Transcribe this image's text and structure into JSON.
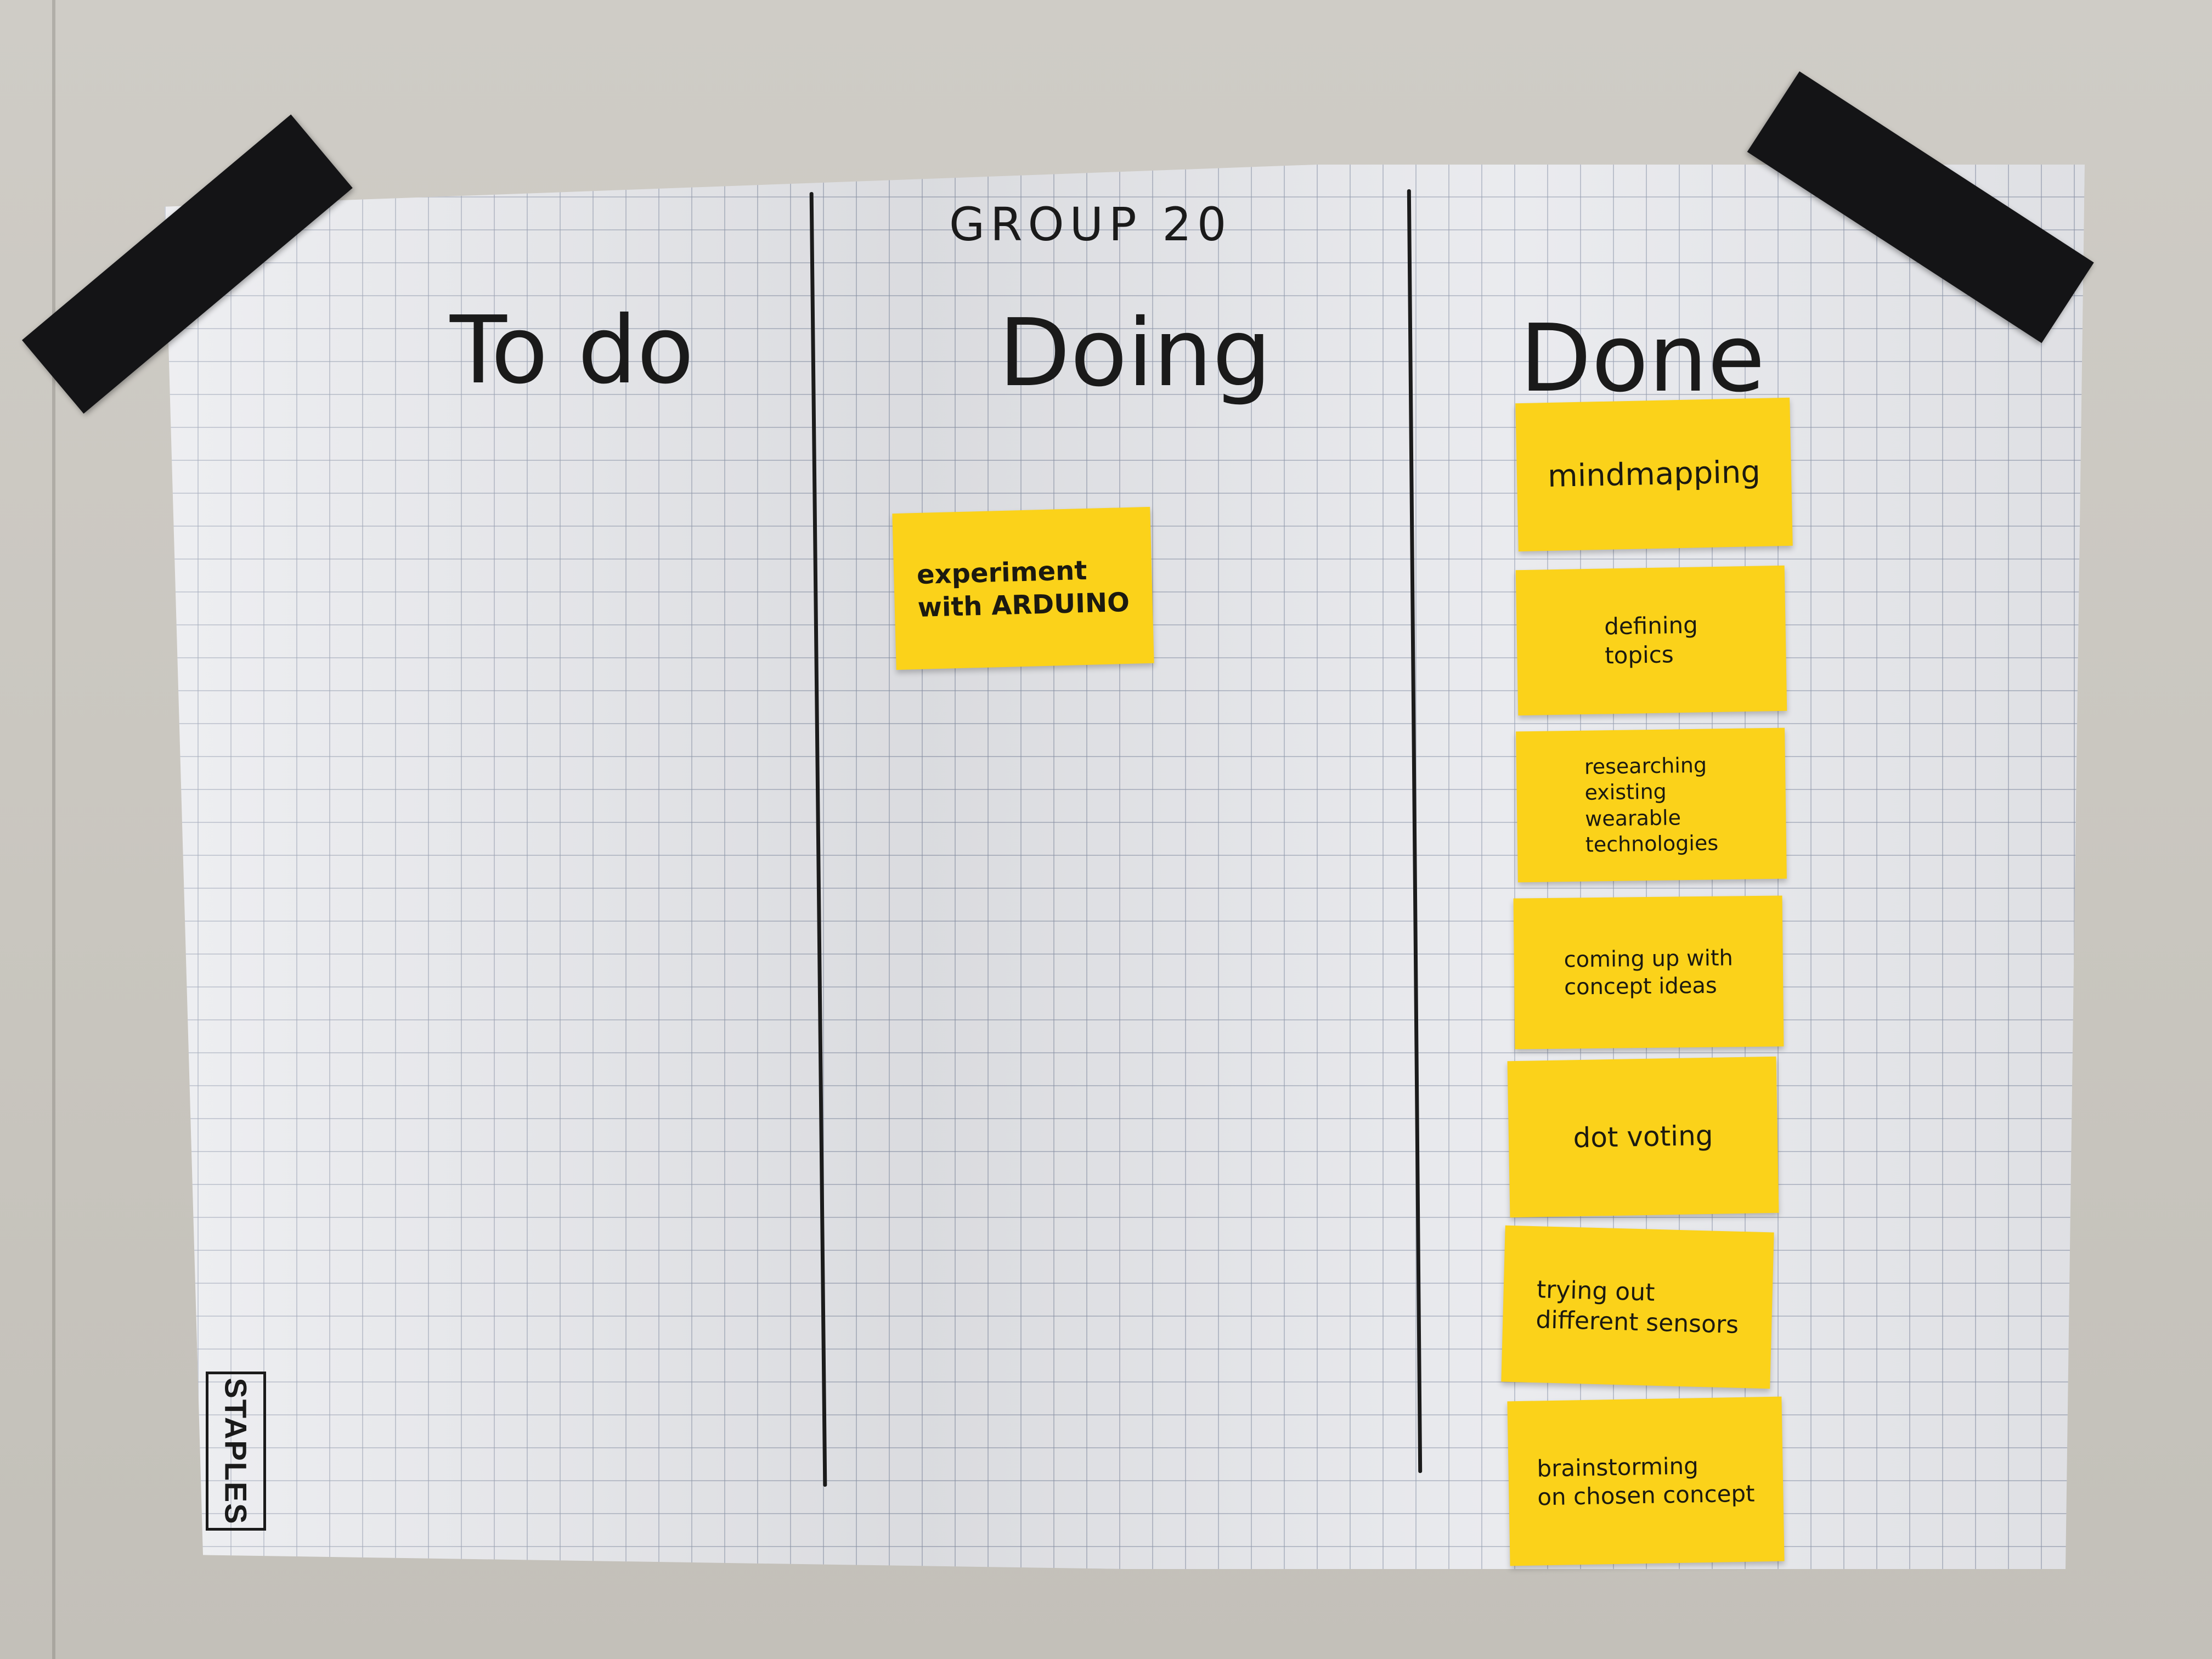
{
  "board": {
    "group": "GROUP 20",
    "columns": [
      {
        "title": "To do"
      },
      {
        "title": "Doing"
      },
      {
        "title": "Done"
      }
    ]
  },
  "doing_notes": [
    {
      "text": "experiment\nwith ARDUINO"
    }
  ],
  "done_notes": [
    {
      "text": "mindmapping"
    },
    {
      "text": "defining\ntopics"
    },
    {
      "text": "researching\nexisting\nwearable\ntechnologies"
    },
    {
      "text": "coming up with\nconcept ideas"
    },
    {
      "text": "dot voting"
    },
    {
      "text": "trying out\ndifferent sensors"
    },
    {
      "text": "brainstorming\non chosen concept"
    }
  ],
  "paper_brand": "STAPLES",
  "colors": {
    "sticky_note": "#fbd21a",
    "paper": "#e8e9ed",
    "wall": "#cfccc6",
    "tape": "#141416",
    "ink": "#1a1a1a"
  }
}
